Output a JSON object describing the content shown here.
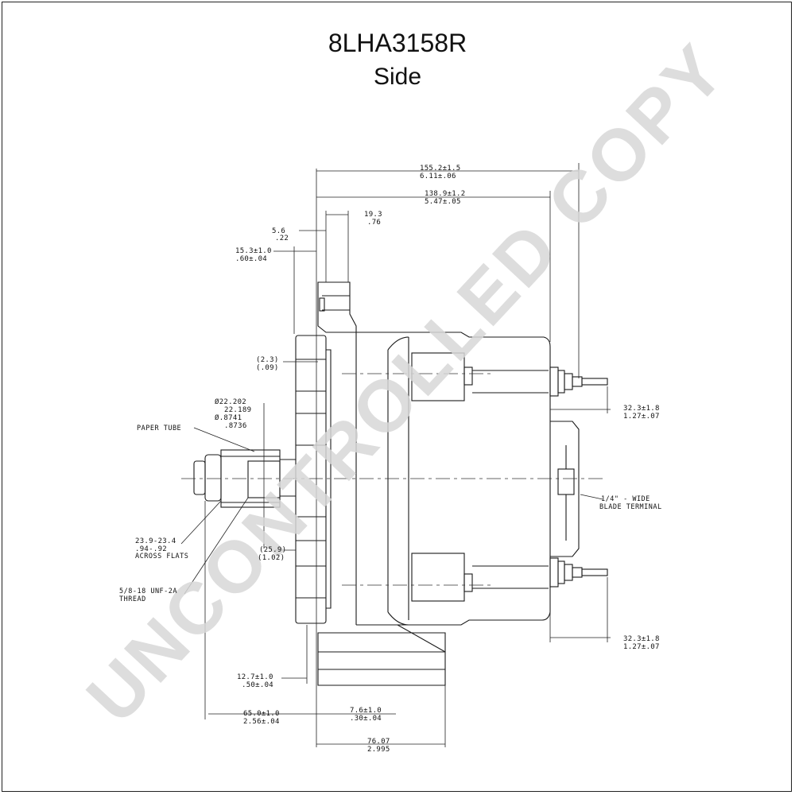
{
  "header": {
    "part_number": "8LHA3158R",
    "view": "Side"
  },
  "watermark": "UNCONTROLLED COPY",
  "dimensions": {
    "overall_length": [
      "155.2±1.5",
      "6.11±.06"
    ],
    "body_length": [
      "138.9±1.2",
      "5.47±.05"
    ],
    "d_19_3": [
      "19.3",
      ".76"
    ],
    "d_5_6": [
      "5.6",
      ".22"
    ],
    "d_15_3": [
      "15.3±1.0",
      ".60±.04"
    ],
    "d_2_3": [
      "(2.3)",
      "(.09)"
    ],
    "bore": [
      "Ø22.202",
      "22.189",
      "Ø.8741",
      ".8736"
    ],
    "d_32_3_top": [
      "32.3±1.8",
      "1.27±.07"
    ],
    "d_across_flats": [
      "23.9-23.4",
      ".94-.92",
      "ACROSS FLATS"
    ],
    "d_25_9": [
      "(25.9)",
      "(1.02)"
    ],
    "d_thread": [
      "5/8-18 UNF-2A",
      "THREAD"
    ],
    "d_32_3_bottom": [
      "32.3±1.8",
      "1.27±.07"
    ],
    "d_12_7": [
      "12.7±1.0",
      ".50±.04"
    ],
    "d_65_0": [
      "65.0±1.0",
      "2.56±.04"
    ],
    "d_7_6": [
      "7.6±1.0",
      ".30±.04"
    ],
    "d_76_07": [
      "76.07",
      "2.995"
    ]
  },
  "labels": {
    "paper_tube": "PAPER TUBE",
    "blade_terminal": [
      "1/4\" - WIDE",
      "BLADE TERMINAL"
    ]
  }
}
